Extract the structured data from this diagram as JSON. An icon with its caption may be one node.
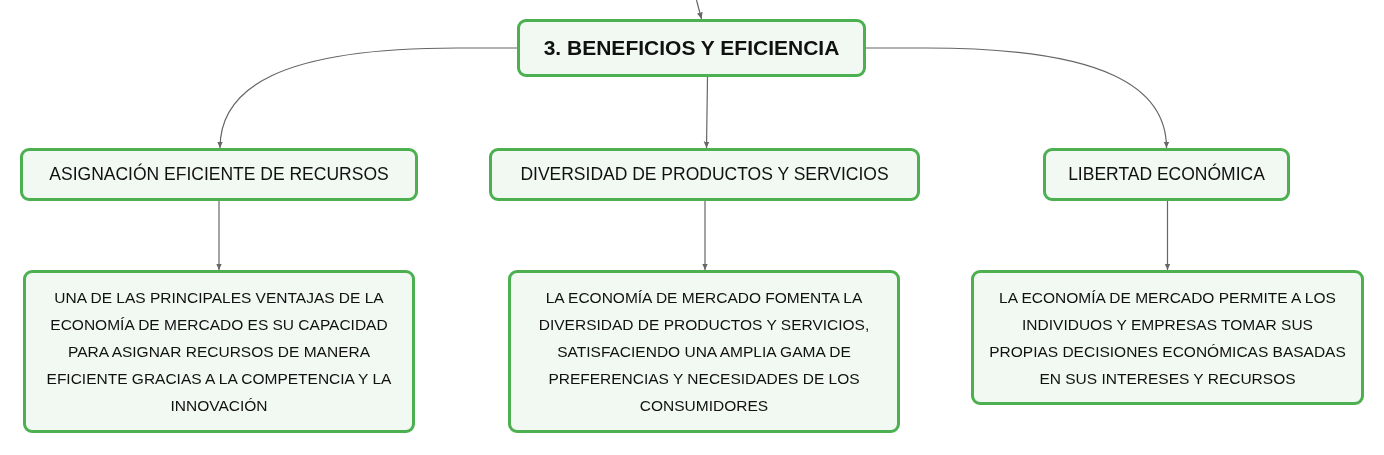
{
  "diagram": {
    "nodes": [
      {
        "text": [
          "3. BENEFICIOS Y EFICIENCIA"
        ]
      },
      {
        "text": [
          "ASIGNACIÓN EFICIENTE DE RECURSOS"
        ]
      },
      {
        "text": [
          "DIVERSIDAD DE PRODUCTOS Y SERVICIOS"
        ]
      },
      {
        "text": [
          "LIBERTAD ECONÓMICA"
        ]
      },
      {
        "text": [
          "UNA DE LAS PRINCIPALES VENTAJAS DE LA ECONOMÍA DE MERCADO ES SU CAPACIDAD PARA ASIGNAR RECURSOS DE MANERA EFICIENTE GRACIAS A LA COMPETENCIA Y LA INNOVACIÓN"
        ]
      },
      {
        "text": [
          "LA ECONOMÍA DE MERCADO FOMENTA LA DIVERSIDAD DE PRODUCTOS Y SERVICIOS, SATISFACIENDO UNA AMPLIA GAMA DE PREFERENCIAS Y NECESIDADES DE LOS CONSUMIDORES"
        ]
      },
      {
        "text": [
          "LA ECONOMÍA DE MERCADO PERMITE A LOS INDIVIDUOS Y EMPRESAS TOMAR SUS PROPIAS DECISIONES ECONÓMICAS BASADAS EN SUS INTERESES Y RECURSOS"
        ]
      }
    ],
    "edges": [
      {
        "from": null,
        "to": 0,
        "arrow": "to"
      },
      {
        "from": 0,
        "to": 1,
        "arrow": "to"
      },
      {
        "from": 0,
        "to": 2,
        "arrow": "to"
      },
      {
        "from": 0,
        "to": 3,
        "arrow": "to"
      },
      {
        "from": 1,
        "to": 4,
        "arrow": "to"
      },
      {
        "from": 2,
        "to": 5,
        "arrow": "to"
      },
      {
        "from": 3,
        "to": 6,
        "arrow": "to"
      }
    ]
  }
}
